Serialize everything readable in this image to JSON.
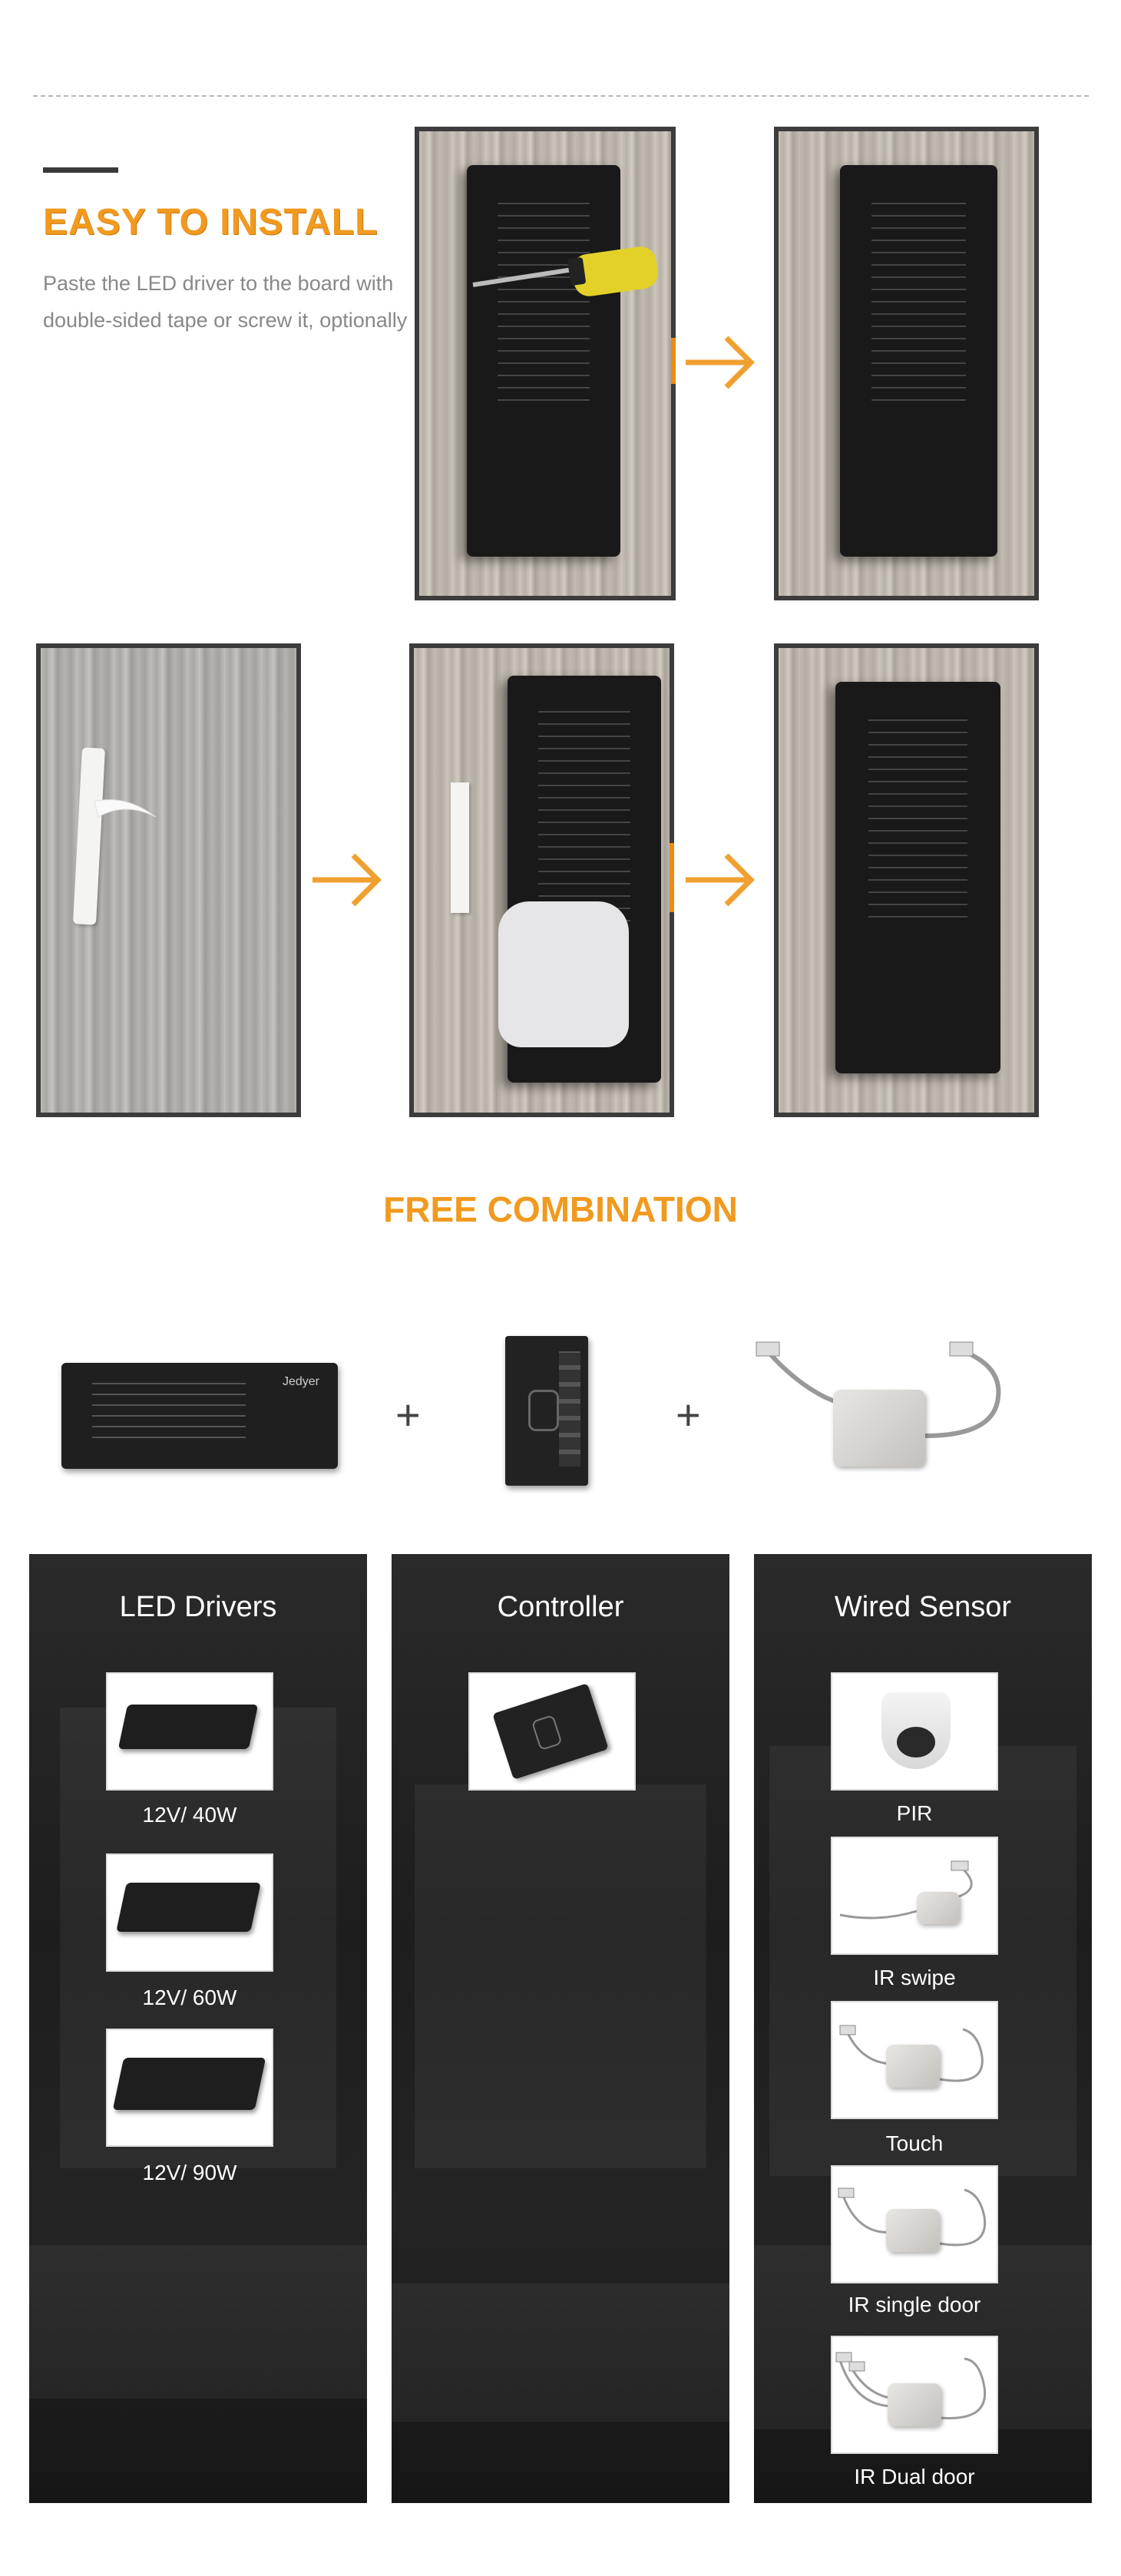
{
  "install": {
    "title": "EASY TO INSTALL",
    "description": "Paste the LED driver to the board with double-sided tape or screw it, optionally"
  },
  "driver_label": "Jedyer",
  "combination": {
    "title": "FREE COMBINATION",
    "plus": "+"
  },
  "panels": {
    "drivers": {
      "title": "LED Drivers",
      "items": [
        "12V/ 40W",
        "12V/ 60W",
        "12V/ 90W"
      ]
    },
    "controller": {
      "title": "Controller"
    },
    "sensors": {
      "title": "Wired Sensor",
      "items": [
        "PIR",
        "IR swipe",
        "Touch",
        "IR single door",
        "IR Dual door"
      ]
    }
  },
  "colors": {
    "accent": "#f19a1f",
    "panel_bg": "#1d1d1d"
  }
}
